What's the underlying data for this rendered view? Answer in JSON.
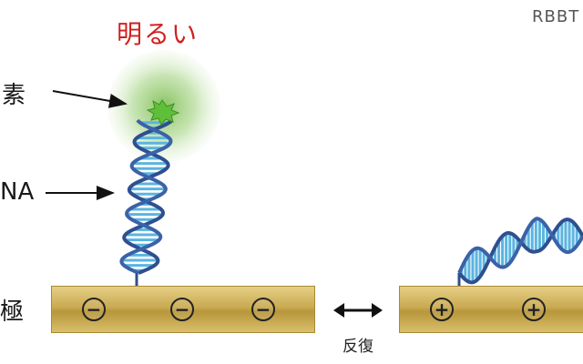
{
  "labels": {
    "bright": "明るい",
    "dye": "素",
    "dna": "NA",
    "electrode": "極",
    "repeat": "反復",
    "watermark": "RBBT"
  },
  "signs": {
    "negative": "−",
    "positive": "+"
  },
  "colors": {
    "bright_text": "#d21f1f",
    "glow": "#8fc76a",
    "dye_star": "#5fbf3a",
    "dna_backbone": "#2f4f8f",
    "dna_rungs": "#5ab4e0",
    "electrode_gold": "#d2b561"
  }
}
